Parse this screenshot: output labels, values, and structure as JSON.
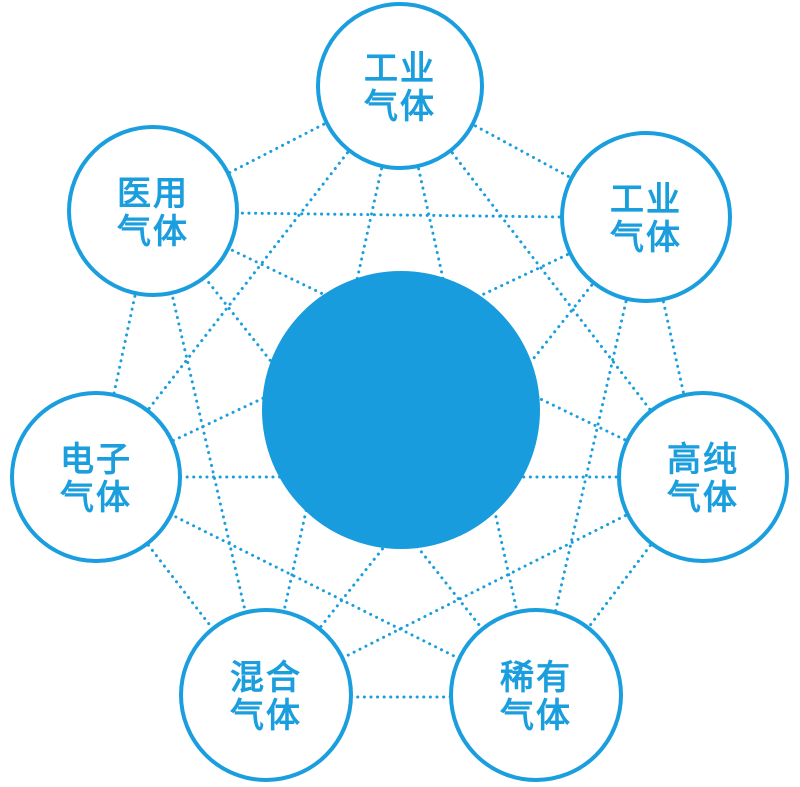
{
  "diagram": {
    "accent_color": "#1a9ede",
    "hub_color": "#189cdd",
    "hub": {
      "label": ""
    },
    "nodes": [
      {
        "position": "top",
        "line1": "工业",
        "line2": "气体"
      },
      {
        "position": "top-right",
        "line1": "工业",
        "line2": "气体"
      },
      {
        "position": "right",
        "line1": "高纯",
        "line2": "气体"
      },
      {
        "position": "bottom-right",
        "line1": "稀有",
        "line2": "气体"
      },
      {
        "position": "bottom-left",
        "line1": "混合",
        "line2": "气体"
      },
      {
        "position": "left",
        "line1": "电子",
        "line2": "气体"
      },
      {
        "position": "top-left",
        "line1": "医用",
        "line2": "气体"
      }
    ]
  }
}
